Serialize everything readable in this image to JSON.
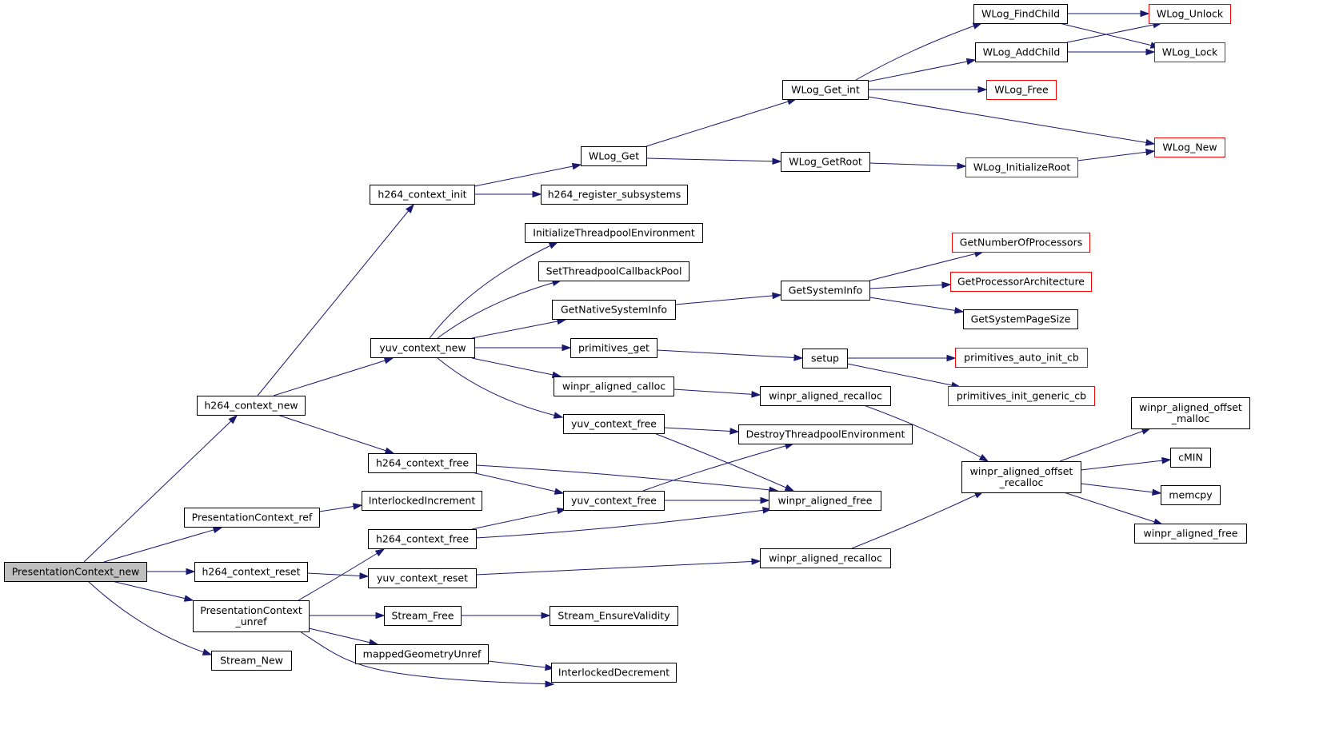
{
  "colors": {
    "edge": "#191970",
    "node_border": "#000000",
    "node_border_truncated": "#ff0000",
    "node_fill": "#ffffff",
    "root_fill": "#bfbfbf"
  },
  "nodes": [
    {
      "id": "n_root",
      "lines": [
        "PresentationContext_new"
      ],
      "style": "root"
    },
    {
      "id": "n_h264_new",
      "lines": [
        "h264_context_new"
      ],
      "style": "normal"
    },
    {
      "id": "n_pc_ref",
      "lines": [
        "PresentationContext_ref"
      ],
      "style": "normal"
    },
    {
      "id": "n_h264_reset",
      "lines": [
        "h264_context_reset"
      ],
      "style": "normal"
    },
    {
      "id": "n_pc_unref",
      "lines": [
        "PresentationContext",
        "_unref"
      ],
      "style": "normal"
    },
    {
      "id": "n_stream_new",
      "lines": [
        "Stream_New"
      ],
      "style": "normal"
    },
    {
      "id": "n_h264_init",
      "lines": [
        "h264_context_init"
      ],
      "style": "normal"
    },
    {
      "id": "n_yuv_new",
      "lines": [
        "yuv_context_new"
      ],
      "style": "normal"
    },
    {
      "id": "n_h264_free_a",
      "lines": [
        "h264_context_free"
      ],
      "style": "normal"
    },
    {
      "id": "n_interlocked_inc",
      "lines": [
        "InterlockedIncrement"
      ],
      "style": "normal"
    },
    {
      "id": "n_h264_free_b",
      "lines": [
        "h264_context_free"
      ],
      "style": "normal"
    },
    {
      "id": "n_yuv_reset",
      "lines": [
        "yuv_context_reset"
      ],
      "style": "normal"
    },
    {
      "id": "n_stream_free",
      "lines": [
        "Stream_Free"
      ],
      "style": "normal"
    },
    {
      "id": "n_mapped_unref",
      "lines": [
        "mappedGeometryUnref"
      ],
      "style": "normal"
    },
    {
      "id": "n_wlog_get",
      "lines": [
        "WLog_Get"
      ],
      "style": "normal"
    },
    {
      "id": "n_h264_register",
      "lines": [
        "h264_register_subsystems"
      ],
      "style": "normal"
    },
    {
      "id": "n_init_tp_env",
      "lines": [
        "InitializeThreadpoolEnvironment"
      ],
      "style": "normal"
    },
    {
      "id": "n_set_tp_cb",
      "lines": [
        "SetThreadpoolCallbackPool"
      ],
      "style": "normal"
    },
    {
      "id": "n_get_native_si",
      "lines": [
        "GetNativeSystemInfo"
      ],
      "style": "normal"
    },
    {
      "id": "n_primitives_get",
      "lines": [
        "primitives_get"
      ],
      "style": "normal"
    },
    {
      "id": "n_winpr_calloc",
      "lines": [
        "winpr_aligned_calloc"
      ],
      "style": "normal"
    },
    {
      "id": "n_yuv_free_a",
      "lines": [
        "yuv_context_free"
      ],
      "style": "normal"
    },
    {
      "id": "n_yuv_free_b",
      "lines": [
        "yuv_context_free"
      ],
      "style": "normal"
    },
    {
      "id": "n_stream_ensure",
      "lines": [
        "Stream_EnsureValidity"
      ],
      "style": "normal"
    },
    {
      "id": "n_interlocked_dec",
      "lines": [
        "InterlockedDecrement"
      ],
      "style": "normal"
    },
    {
      "id": "n_wlog_get_int",
      "lines": [
        "WLog_Get_int"
      ],
      "style": "normal"
    },
    {
      "id": "n_wlog_getroot",
      "lines": [
        "WLog_GetRoot"
      ],
      "style": "normal"
    },
    {
      "id": "n_get_system_info",
      "lines": [
        "GetSystemInfo"
      ],
      "style": "normal"
    },
    {
      "id": "n_setup",
      "lines": [
        "setup"
      ],
      "style": "normal"
    },
    {
      "id": "n_winpr_realloc_a",
      "lines": [
        "winpr_aligned_recalloc"
      ],
      "style": "normal"
    },
    {
      "id": "n_destroy_tp_env",
      "lines": [
        "DestroyThreadpoolEnvironment"
      ],
      "style": "normal"
    },
    {
      "id": "n_winpr_free_a",
      "lines": [
        "winpr_aligned_free"
      ],
      "style": "normal"
    },
    {
      "id": "n_winpr_realloc_b",
      "lines": [
        "winpr_aligned_recalloc"
      ],
      "style": "normal"
    },
    {
      "id": "n_wlog_findchild",
      "lines": [
        "WLog_FindChild"
      ],
      "style": "normal"
    },
    {
      "id": "n_wlog_addchild",
      "lines": [
        "WLog_AddChild"
      ],
      "style": "normal"
    },
    {
      "id": "n_wlog_free",
      "lines": [
        "WLog_Free"
      ],
      "style": "truncated"
    },
    {
      "id": "n_wlog_initroot",
      "lines": [
        "WLog_InitializeRoot"
      ],
      "style": "truncated"
    },
    {
      "id": "n_get_num_proc",
      "lines": [
        "GetNumberOfProcessors"
      ],
      "style": "truncated"
    },
    {
      "id": "n_get_proc_arch",
      "lines": [
        "GetProcessorArchitecture"
      ],
      "style": "truncated"
    },
    {
      "id": "n_get_page_size",
      "lines": [
        "GetSystemPageSize"
      ],
      "style": "normal"
    },
    {
      "id": "n_prim_auto",
      "lines": [
        "primitives_auto_init_cb"
      ],
      "style": "truncated"
    },
    {
      "id": "n_prim_generic",
      "lines": [
        "primitives_init_generic_cb"
      ],
      "style": "truncated"
    },
    {
      "id": "n_winpr_off_realloc",
      "lines": [
        "winpr_aligned_offset",
        "_recalloc"
      ],
      "style": "normal"
    },
    {
      "id": "n_wlog_unlock",
      "lines": [
        "WLog_Unlock"
      ],
      "style": "truncated"
    },
    {
      "id": "n_wlog_lock",
      "lines": [
        "WLog_Lock"
      ],
      "style": "truncated"
    },
    {
      "id": "n_wlog_new",
      "lines": [
        "WLog_New"
      ],
      "style": "truncated"
    },
    {
      "id": "n_winpr_off_malloc",
      "lines": [
        "winpr_aligned_offset",
        "_malloc"
      ],
      "style": "normal"
    },
    {
      "id": "n_cmin",
      "lines": [
        "cMIN"
      ],
      "style": "normal"
    },
    {
      "id": "n_memcpy",
      "lines": [
        "memcpy"
      ],
      "style": "normal"
    },
    {
      "id": "n_winpr_free_b",
      "lines": [
        "winpr_aligned_free"
      ],
      "style": "normal"
    }
  ],
  "edges": [
    [
      "n_root",
      "n_h264_new"
    ],
    [
      "n_root",
      "n_pc_ref"
    ],
    [
      "n_root",
      "n_h264_reset"
    ],
    [
      "n_root",
      "n_pc_unref"
    ],
    [
      "n_root",
      "n_stream_new"
    ],
    [
      "n_h264_new",
      "n_h264_init"
    ],
    [
      "n_h264_new",
      "n_yuv_new"
    ],
    [
      "n_h264_new",
      "n_h264_free_a"
    ],
    [
      "n_pc_ref",
      "n_interlocked_inc"
    ],
    [
      "n_h264_reset",
      "n_yuv_reset"
    ],
    [
      "n_pc_unref",
      "n_h264_free_b"
    ],
    [
      "n_pc_unref",
      "n_stream_free"
    ],
    [
      "n_pc_unref",
      "n_mapped_unref"
    ],
    [
      "n_pc_unref",
      "n_interlocked_dec"
    ],
    [
      "n_h264_init",
      "n_wlog_get"
    ],
    [
      "n_h264_init",
      "n_h264_register"
    ],
    [
      "n_yuv_new",
      "n_init_tp_env"
    ],
    [
      "n_yuv_new",
      "n_set_tp_cb"
    ],
    [
      "n_yuv_new",
      "n_get_native_si"
    ],
    [
      "n_yuv_new",
      "n_primitives_get"
    ],
    [
      "n_yuv_new",
      "n_winpr_calloc"
    ],
    [
      "n_yuv_new",
      "n_yuv_free_a"
    ],
    [
      "n_h264_free_a",
      "n_yuv_free_b"
    ],
    [
      "n_h264_free_a",
      "n_winpr_free_a"
    ],
    [
      "n_h264_free_b",
      "n_yuv_free_b"
    ],
    [
      "n_h264_free_b",
      "n_winpr_free_a"
    ],
    [
      "n_yuv_reset",
      "n_winpr_realloc_b"
    ],
    [
      "n_stream_free",
      "n_stream_ensure"
    ],
    [
      "n_mapped_unref",
      "n_interlocked_dec"
    ],
    [
      "n_wlog_get",
      "n_wlog_get_int"
    ],
    [
      "n_wlog_get",
      "n_wlog_getroot"
    ],
    [
      "n_get_native_si",
      "n_get_system_info"
    ],
    [
      "n_primitives_get",
      "n_setup"
    ],
    [
      "n_winpr_calloc",
      "n_winpr_realloc_a"
    ],
    [
      "n_yuv_free_a",
      "n_destroy_tp_env"
    ],
    [
      "n_yuv_free_a",
      "n_winpr_free_a"
    ],
    [
      "n_yuv_free_b",
      "n_destroy_tp_env"
    ],
    [
      "n_yuv_free_b",
      "n_winpr_free_a"
    ],
    [
      "n_wlog_get_int",
      "n_wlog_findchild"
    ],
    [
      "n_wlog_get_int",
      "n_wlog_addchild"
    ],
    [
      "n_wlog_get_int",
      "n_wlog_free"
    ],
    [
      "n_wlog_get_int",
      "n_wlog_new"
    ],
    [
      "n_wlog_getroot",
      "n_wlog_initroot"
    ],
    [
      "n_get_system_info",
      "n_get_num_proc"
    ],
    [
      "n_get_system_info",
      "n_get_proc_arch"
    ],
    [
      "n_get_system_info",
      "n_get_page_size"
    ],
    [
      "n_setup",
      "n_prim_auto"
    ],
    [
      "n_setup",
      "n_prim_generic"
    ],
    [
      "n_winpr_realloc_a",
      "n_winpr_off_realloc"
    ],
    [
      "n_winpr_realloc_b",
      "n_winpr_off_realloc"
    ],
    [
      "n_wlog_findchild",
      "n_wlog_unlock"
    ],
    [
      "n_wlog_findchild",
      "n_wlog_lock"
    ],
    [
      "n_wlog_addchild",
      "n_wlog_unlock"
    ],
    [
      "n_wlog_addchild",
      "n_wlog_lock"
    ],
    [
      "n_wlog_initroot",
      "n_wlog_new"
    ],
    [
      "n_winpr_off_realloc",
      "n_winpr_off_malloc"
    ],
    [
      "n_winpr_off_realloc",
      "n_cmin"
    ],
    [
      "n_winpr_off_realloc",
      "n_memcpy"
    ],
    [
      "n_winpr_off_realloc",
      "n_winpr_free_b"
    ]
  ]
}
